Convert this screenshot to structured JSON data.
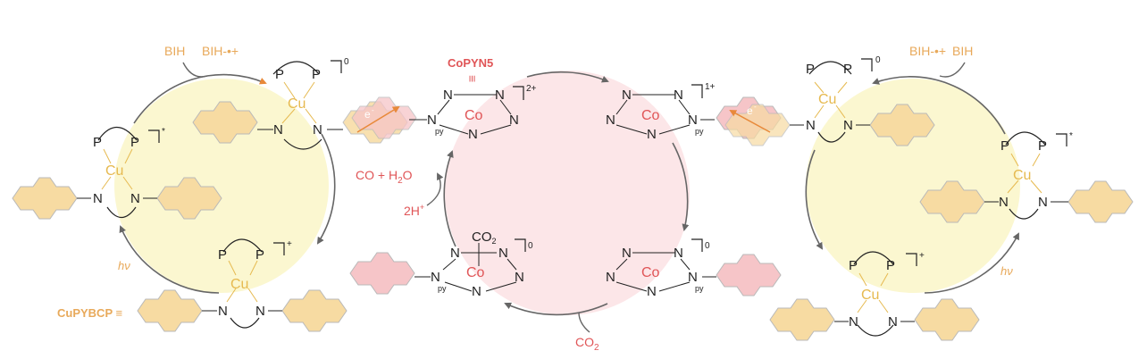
{
  "labels": {
    "bih_left": "BIH",
    "bih_rad_left": "BIH-•+",
    "bih_rad_right": "BIH-•+",
    "bih_right": "BIH",
    "copyn5": "CoPYN5",
    "copyn5_equiv": "≡",
    "cupybcp": "CuPYBCP ≡",
    "hv_left": "hν",
    "hv_right": "hν",
    "co_h2o": "CO + H",
    "co_h2o_sub": "2",
    "co_h2o_tail": "O",
    "two_h": "2H",
    "two_h_sup": "+",
    "co2_bottom": "CO",
    "co2_bottom_sub": "2",
    "co2_bound": "CO",
    "co2_bound_sub": "2",
    "electron_left": "e",
    "electron_right": "e",
    "electron_sup": "-"
  },
  "charges": {
    "cu_top_left": "0",
    "cu_excited_left": "*",
    "cu_bottom_left": "+",
    "cu_top_right": "0",
    "cu_excited_right": "*",
    "cu_bottom_right": "+",
    "co_top_left": "2+",
    "co_top_right": "1+",
    "co_bottom_left": "0",
    "co_bottom_right": "0"
  },
  "atoms": {
    "P": "P",
    "N": "N",
    "Cu": "Cu",
    "Co": "Co",
    "py": "py"
  },
  "colors": {
    "cu_cycle_fill": "#fbf7d0",
    "co_cycle_fill": "#fce6e8",
    "ligand_orange": "#f7dba2",
    "ligand_pink": "#f6c5c8",
    "orange_text": "#e8a95a",
    "red_text": "#e05557",
    "arrow_gray": "#666666"
  }
}
